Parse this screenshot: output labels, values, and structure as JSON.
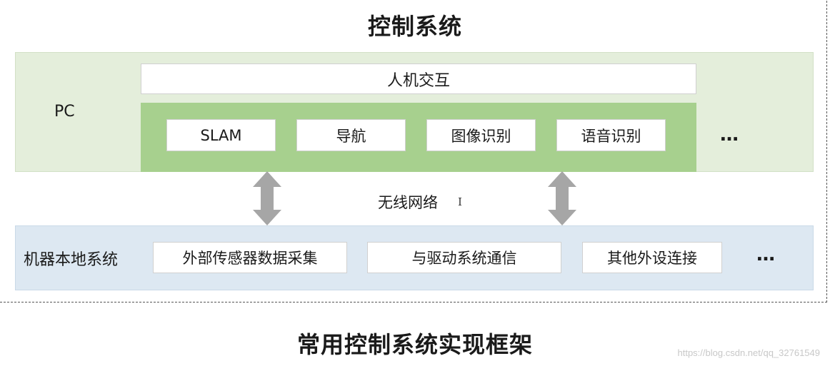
{
  "diagram": {
    "title": "控制系统",
    "caption": "常用控制系统实现框架",
    "pc": {
      "label": "PC",
      "hmi": "人机交互",
      "modules": [
        "SLAM",
        "导航",
        "图像识别",
        "语音识别"
      ],
      "more": "…"
    },
    "network": {
      "label": "无线网络",
      "cursor": "I"
    },
    "local_system": {
      "label": "机器本地系统",
      "modules": [
        "外部传感器数据采集",
        "与驱动系统通信",
        "其他外设连接"
      ],
      "more": "…"
    },
    "watermark": "https://blog.csdn.net/qq_32761549"
  },
  "colors": {
    "pc_bg": "#e4eedb",
    "green_band": "#a7d08e",
    "local_bg": "#dde8f2",
    "arrow": "#a6a6a6"
  }
}
